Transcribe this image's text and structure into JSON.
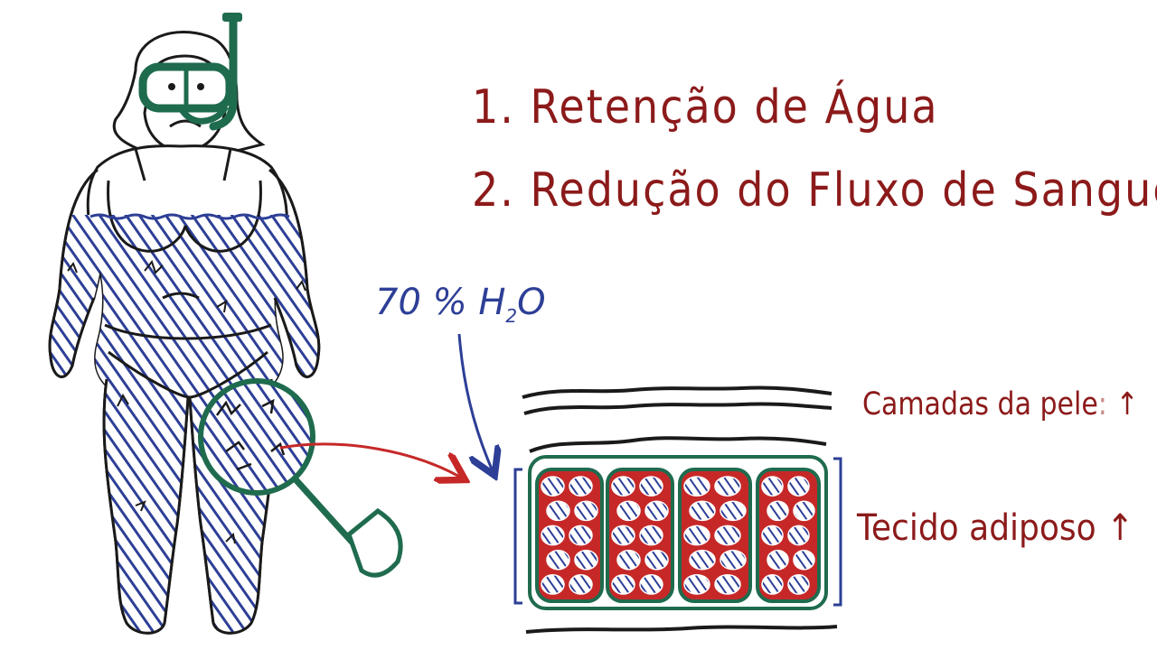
{
  "list": [
    {
      "number": "1.",
      "text": "Retenção de Água"
    },
    {
      "number": "2.",
      "text": "Redução do Fluxo de Sangue"
    }
  ],
  "water_label": {
    "percent": "70 %",
    "formula_h": "H",
    "formula_sub": "2",
    "formula_o": "O"
  },
  "skin_label": {
    "text": "Camadas da pele",
    "sep": ":",
    "arrow": "↑"
  },
  "fat_label": {
    "text": "Tecido adiposo",
    "arrow": "↑"
  },
  "colors": {
    "dark_red": "#8c1a1a",
    "blue": "#2d3f96",
    "green": "#1f6b4e",
    "red": "#c62828",
    "outline": "#1a1a1a"
  },
  "icons": [
    "snorkel-mask-icon",
    "magnifying-glass-icon",
    "arrow-icon"
  ]
}
